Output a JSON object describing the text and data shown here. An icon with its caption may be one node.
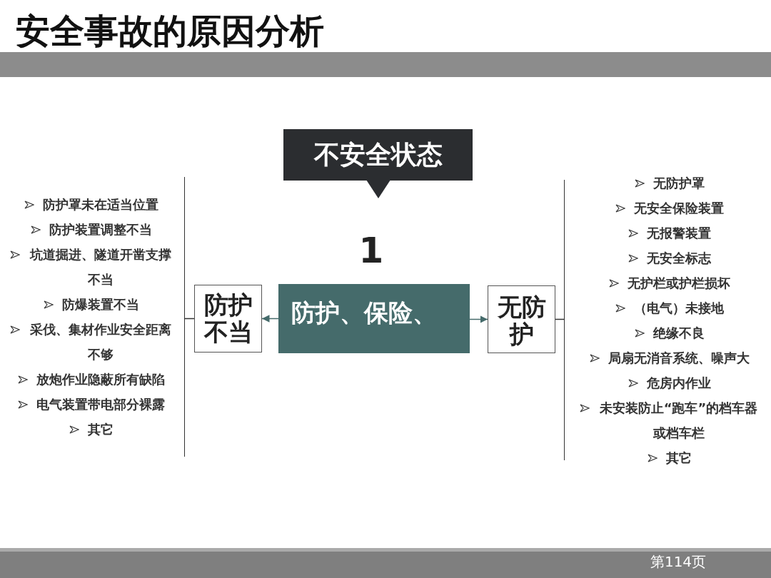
{
  "diagram": {
    "title": "安全事故的原因分析",
    "nodes": [
      {
        "text": [
          "不安全状态"
        ]
      },
      {
        "text": [
          "防护、保险、"
        ]
      },
      {
        "text": [
          "防护不当"
        ]
      },
      {
        "text": [
          "无防护"
        ]
      },
      {
        "text": [
          "防护罩未在适当位置",
          "防护装置调整不当",
          "坑道掘进、隧道开凿支撑不当",
          "防爆装置不当",
          "采伐、集材作业安全距离不够",
          "放炮作业隐蔽所有缺陷",
          "电气装置带电部分裸露",
          "其它"
        ]
      },
      {
        "text": [
          "无防护罩",
          "无安全保险装置",
          "无报警装置",
          "无安全标志",
          "无护栏或护栏损坏",
          "（电气）未接地",
          "绝缘不良",
          "局扇无消音系统、噪声大",
          "危房内作业",
          "未安装防止“跑车”的档车器或档车栏",
          "其它"
        ]
      }
    ],
    "edges": [
      {
        "from": 1,
        "to": 2,
        "arrow": "to"
      },
      {
        "from": 1,
        "to": 3,
        "arrow": "to"
      },
      {
        "from": 2,
        "to": 4,
        "arrow": "none"
      },
      {
        "from": 3,
        "to": 5,
        "arrow": "none"
      }
    ],
    "labels": [
      "1",
      "第114页"
    ]
  }
}
